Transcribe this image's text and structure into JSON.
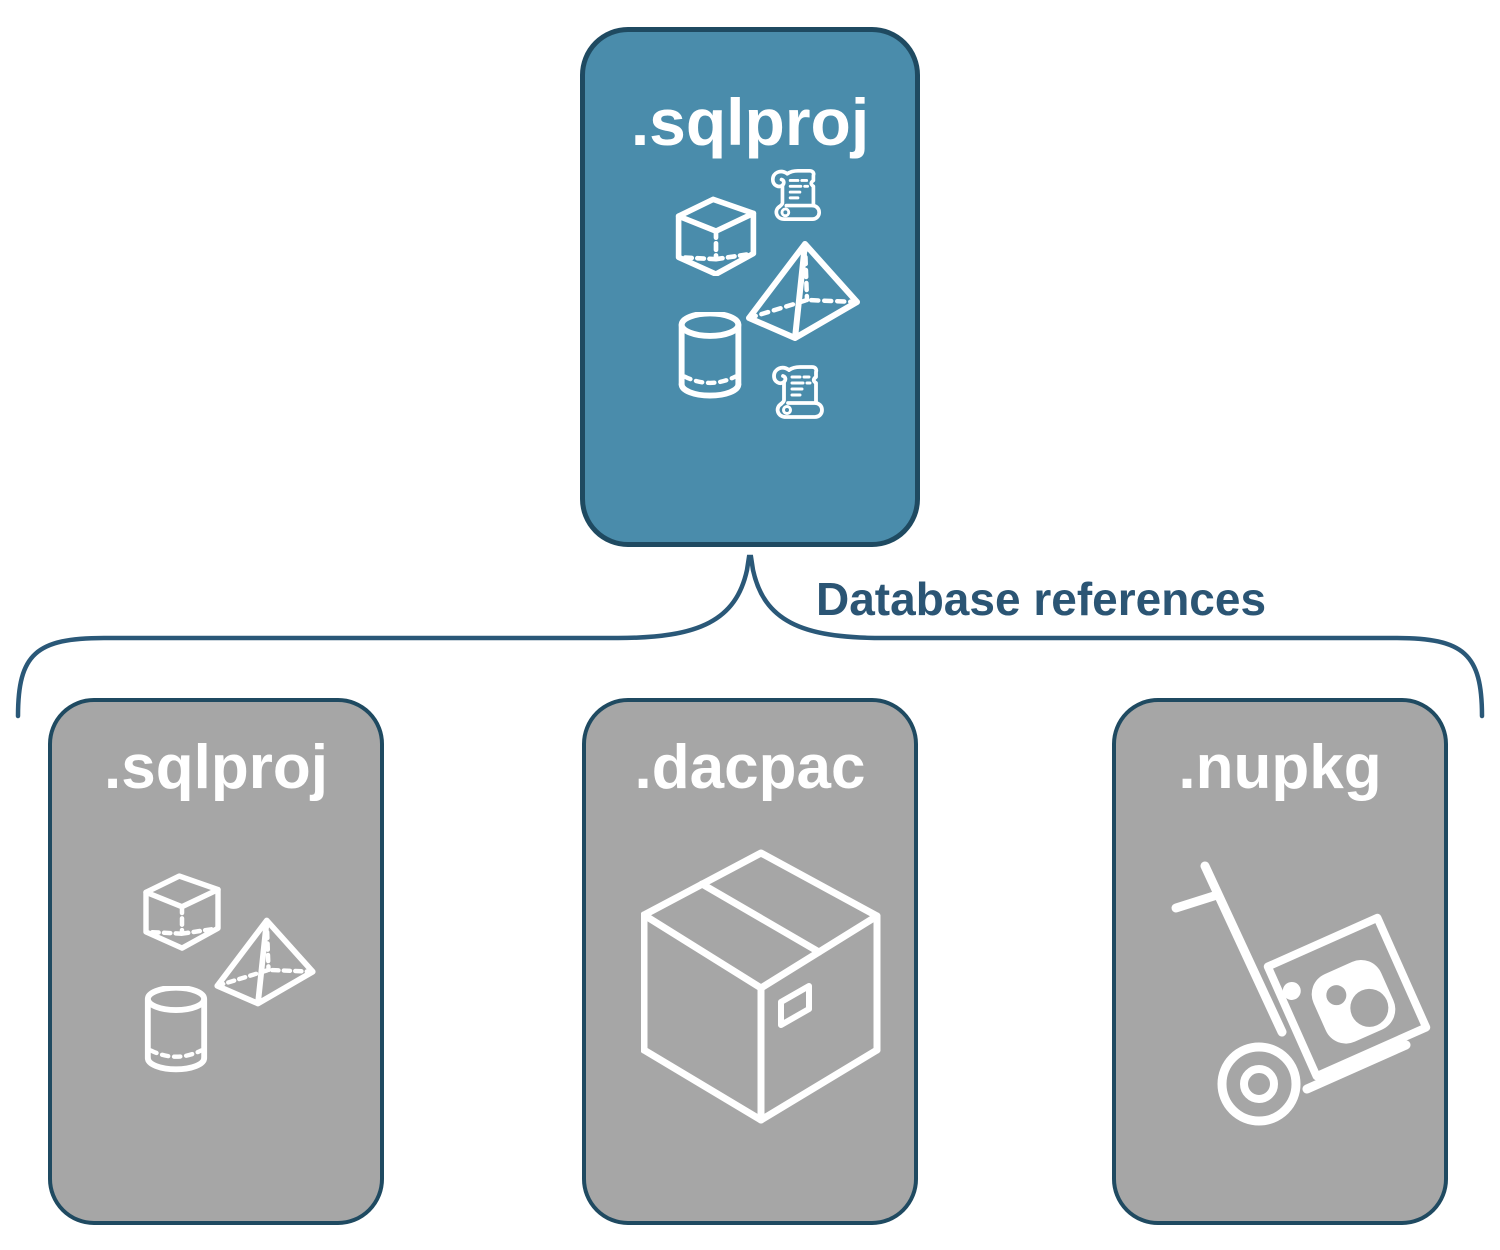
{
  "diagram": {
    "root": {
      "label": ".sqlproj",
      "icons": [
        "cube-icon",
        "script-scroll-icon",
        "pyramid-icon",
        "cylinder-icon",
        "script-scroll-icon"
      ]
    },
    "connector": {
      "label": "Database references"
    },
    "children": [
      {
        "label": ".sqlproj",
        "icons": [
          "cube-icon",
          "pyramid-icon",
          "cylinder-icon"
        ]
      },
      {
        "label": ".dacpac",
        "icons": [
          "package-box-icon"
        ]
      },
      {
        "label": ".nupkg",
        "icons": [
          "hand-truck-package-icon"
        ]
      }
    ],
    "colors": {
      "root_box_fill": "#4a8cab",
      "child_box_fill": "#a6a6a6",
      "box_border": "#1f4a61",
      "brace": "#2a5878",
      "label_text": "#ffffff",
      "connector_label": "#2b5574",
      "background": "#ffffff"
    }
  }
}
